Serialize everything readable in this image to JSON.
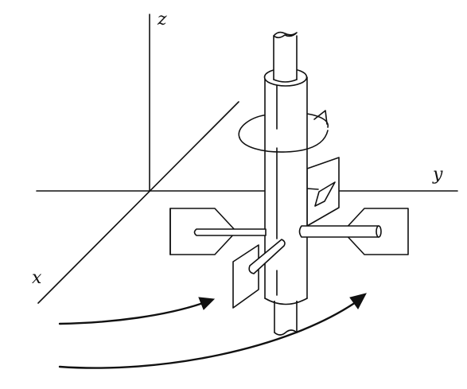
{
  "axes": {
    "x_label": "x",
    "y_label": "y",
    "z_label": "z"
  },
  "colors": {
    "ink": "#111111",
    "paper": "#ffffff"
  }
}
